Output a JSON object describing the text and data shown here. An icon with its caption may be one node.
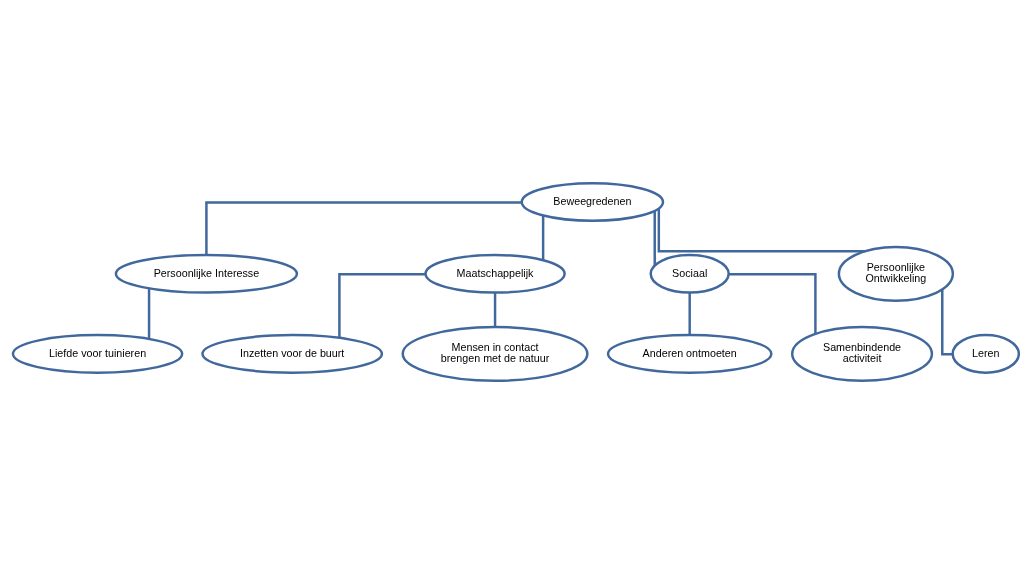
{
  "diagram": {
    "nodes": [
      {
        "text": [
          "Beweegredenen"
        ]
      },
      {
        "text": [
          "Persoonlijke Interesse"
        ]
      },
      {
        "text": [
          "Maatschappelijk"
        ]
      },
      {
        "text": [
          "Sociaal"
        ]
      },
      {
        "text": [
          "Persoonlijke Ontwikkeling"
        ]
      },
      {
        "text": [
          "Liefde voor tuinieren"
        ]
      },
      {
        "text": [
          "Inzetten voor de buurt"
        ]
      },
      {
        "text": [
          "Mensen in contact brengen met de natuur"
        ]
      },
      {
        "text": [
          "Anderen ontmoeten"
        ]
      },
      {
        "text": [
          "Samenbindende activiteit"
        ]
      },
      {
        "text": [
          "Leren"
        ]
      }
    ],
    "edges": [
      {
        "from": 0,
        "to": 1,
        "arrow": "none"
      },
      {
        "from": 0,
        "to": 2,
        "arrow": "none"
      },
      {
        "from": 0,
        "to": 3,
        "arrow": "none"
      },
      {
        "from": 0,
        "to": 4,
        "arrow": "none"
      },
      {
        "from": 1,
        "to": 5,
        "arrow": "none"
      },
      {
        "from": 2,
        "to": 6,
        "arrow": "none"
      },
      {
        "from": 2,
        "to": 7,
        "arrow": "none"
      },
      {
        "from": 3,
        "to": 8,
        "arrow": "none"
      },
      {
        "from": 3,
        "to": 9,
        "arrow": "none"
      },
      {
        "from": 4,
        "to": 10,
        "arrow": "none"
      }
    ]
  }
}
